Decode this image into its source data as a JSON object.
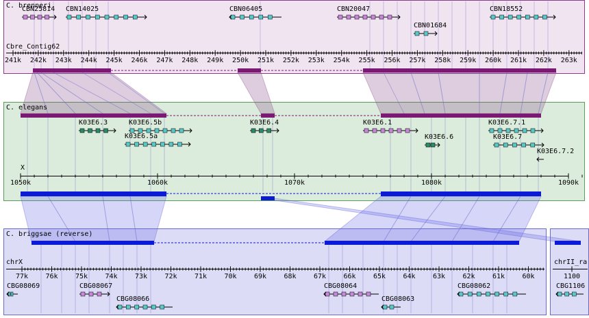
{
  "colors": {
    "brenneri_bg": "#f1e4f1",
    "brenneri_border": "#8a3a8a",
    "brenneri_bar": "#7a1a72",
    "elegans_bg": "#dcecdc",
    "elegans_border": "#5a9a5a",
    "elegans_bar": "#7a1a72",
    "briggsae_bg": "#dcdcf6",
    "briggsae_border": "#6a6ac8",
    "briggsae_bar": "#0a1ad6",
    "gene_exon": "#5ac8c8",
    "gene_exon_alt": "#c888d8",
    "gene_exon_dark": "#2a8a6a"
  },
  "panels": [
    {
      "species": "C. brenneri",
      "track": "Cbre_Contig62",
      "ticks": [
        "241k",
        "242k",
        "243k",
        "244k",
        "245k",
        "246k",
        "247k",
        "248k",
        "249k",
        "250k",
        "251k",
        "252k",
        "253k",
        "254k",
        "255k",
        "256k",
        "257k",
        "258k",
        "259k",
        "260k",
        "261k",
        "262k",
        "263k"
      ],
      "genes": [
        {
          "name": "CBN25814",
          "color": "alt"
        },
        {
          "name": "CBN14025",
          "color": "teal"
        },
        {
          "name": "CBN06405",
          "color": "teal"
        },
        {
          "name": "CBN20047",
          "color": "alt"
        },
        {
          "name": "CBN01684",
          "color": "teal"
        },
        {
          "name": "CBN18552",
          "color": "teal"
        }
      ]
    },
    {
      "species": "C. elegans",
      "track": "X",
      "ticks": [
        "1050k",
        "1060k",
        "1070k",
        "1080k",
        "1090k"
      ],
      "genes": [
        {
          "name": "K03E6.3",
          "color": "dark"
        },
        {
          "name": "K03E6.5b",
          "color": "teal"
        },
        {
          "name": "K03E6.5a",
          "color": "teal"
        },
        {
          "name": "K03E6.4",
          "color": "dark"
        },
        {
          "name": "K03E6.1",
          "color": "alt"
        },
        {
          "name": "K03E6.6",
          "color": "dark"
        },
        {
          "name": "K03E6.7.1",
          "color": "teal"
        },
        {
          "name": "K03E6.7",
          "color": "teal"
        },
        {
          "name": "K03E6.7.2",
          "color": "dark"
        }
      ]
    },
    {
      "species": "C. briggsae (reverse)",
      "track": "chrX",
      "ticks": [
        "77k",
        "76k",
        "75k",
        "74k",
        "73k",
        "72k",
        "71k",
        "70k",
        "69k",
        "68k",
        "67k",
        "66k",
        "65k",
        "64k",
        "63k",
        "62k",
        "61k",
        "60k"
      ],
      "genes": [
        {
          "name": "CBG08069",
          "color": "teal"
        },
        {
          "name": "CBG08067",
          "color": "alt"
        },
        {
          "name": "CBG08066",
          "color": "teal"
        },
        {
          "name": "CBG08064",
          "color": "alt"
        },
        {
          "name": "CBG08063",
          "color": "teal"
        },
        {
          "name": "CBG08062",
          "color": "teal"
        }
      ]
    },
    {
      "species": "",
      "track": "chrII_ra",
      "ticks": [
        "1100"
      ],
      "genes": [
        {
          "name": "CBG1106",
          "color": "teal"
        }
      ]
    }
  ]
}
